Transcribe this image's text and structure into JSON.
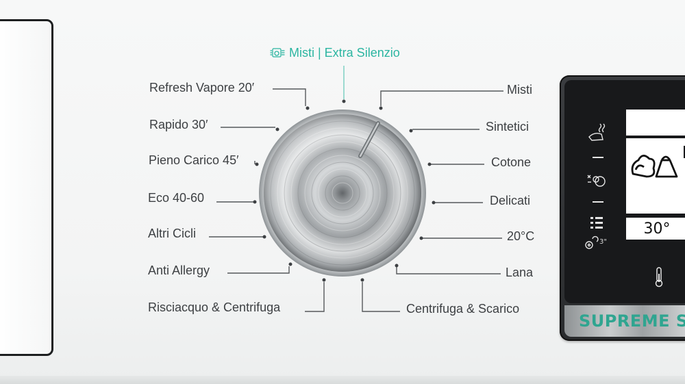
{
  "top_mode": {
    "label": "Misti | Extra Silenzio",
    "icon": "quiet-wash-icon",
    "accent": "#2bb5a1"
  },
  "left_programs": [
    "Refresh Vapore 20′",
    "Rapido 30′",
    "Pieno Carico 45′",
    "Eco 40-60",
    "Altri Cicli",
    "Anti Allergy",
    "Risciacquo & Centrifuga"
  ],
  "right_programs": [
    "Misti",
    "Sintetici",
    "Cotone",
    "Delicati",
    "20°C",
    "Lana",
    "Centrifuga & Scarico"
  ],
  "display": {
    "temperature": "30°",
    "seconds_badge": "3\"",
    "brand": "SUPREME S",
    "icons": [
      "steam-icon",
      "anti-allergy-icon",
      "options-icon",
      "delay-icon",
      "thermometer-icon",
      "laundry-illustration-icon"
    ],
    "brand_color": "#2fa590"
  }
}
